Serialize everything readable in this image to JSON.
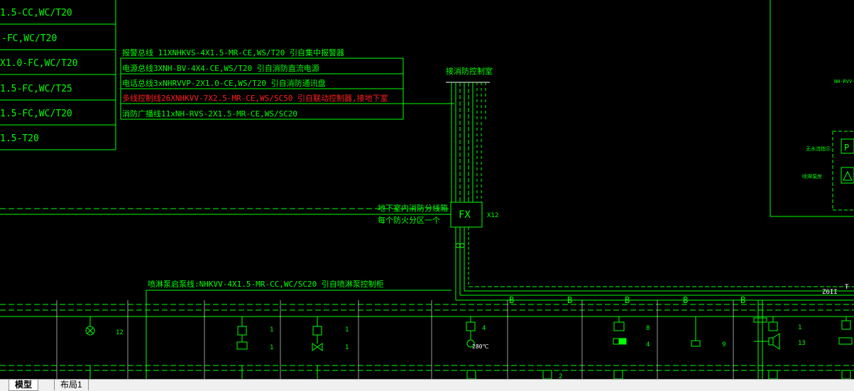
{
  "colors": {
    "background": "#000000",
    "line": "#00ff00",
    "text": "#00ff00",
    "highlight": "#ff2020",
    "white": "#ffffff"
  },
  "left_table": {
    "rows": [
      "1.5-CC,WC/T20",
      "-FC,WC/T20",
      "X1.0-FC,WC/T20",
      "1.5-FC,WC/T25",
      "1.5-FC,WC/T20",
      "1.5-T20"
    ]
  },
  "legend": {
    "lines": [
      {
        "text": "报警总线 11XNHKVS-4X1.5-MR-CE,WS/T20  引自集中报警器",
        "highlight": false
      },
      {
        "text": "电源总线3XNH-BV-4X4-CE,WS/T20  引自消防直流电源",
        "highlight": false
      },
      {
        "text": "电话总线3xNHRVVP-2X1.0-CE,WS/T20  引自消防通讯盘",
        "highlight": false
      },
      {
        "text": "多线控制线26XNHKVV-7X2.5-MR-CE,WS/SC50  引自联动控制器,接地下室",
        "highlight": true
      },
      {
        "text": "消防广播线11xNH-RVS-2X1.5-MR-CE,WS/SC20",
        "highlight": false
      }
    ]
  },
  "fire_control_room": "接消防控制室",
  "fx_box": {
    "label": "FX",
    "count": "X12",
    "note_line1": "地下室内消防分线箱",
    "note_line2": "每个防火分区一个"
  },
  "sprinkler_line": "喷淋泵启泵线:NHKVV-4X1.5-MR-CC,WC/SC20  引自喷淋泵控制柜",
  "bus_b_label": "B",
  "bus_right_label": "Z6II",
  "bus_right_t": "T",
  "right_panel": {
    "top_text": "NH-RVV-",
    "label_1": "无水流指示",
    "label_2": "喷淋泵房",
    "p_symbol": "P"
  },
  "devices": {
    "smoke_count": "12",
    "relay1_top": "1",
    "relay1_bottom": "1",
    "valve_top": "1",
    "valve_bottom": "1",
    "temp_count": "4",
    "temp_label": "280℃",
    "module_a_top": "8",
    "module_a_bottom": "4",
    "flow_count": "9",
    "speaker_top": "1",
    "speaker_bottom": "13",
    "row2_count": "2"
  },
  "tabs": [
    "模型",
    "布局1"
  ]
}
